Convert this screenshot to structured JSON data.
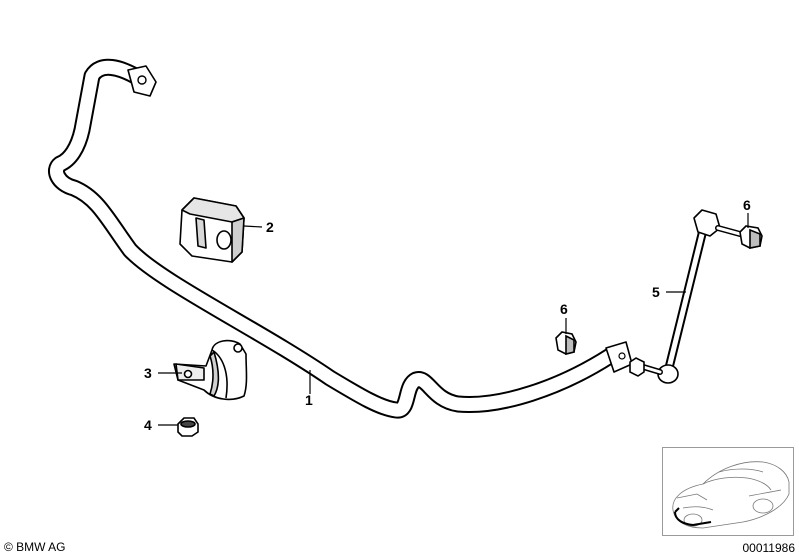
{
  "callouts": {
    "c1": "1",
    "c2": "2",
    "c3": "3",
    "c4": "4",
    "c5": "5",
    "c6a": "6",
    "c6b": "6"
  },
  "footer": {
    "copyright": "© BMW AG",
    "catalog_number": "00011986"
  }
}
